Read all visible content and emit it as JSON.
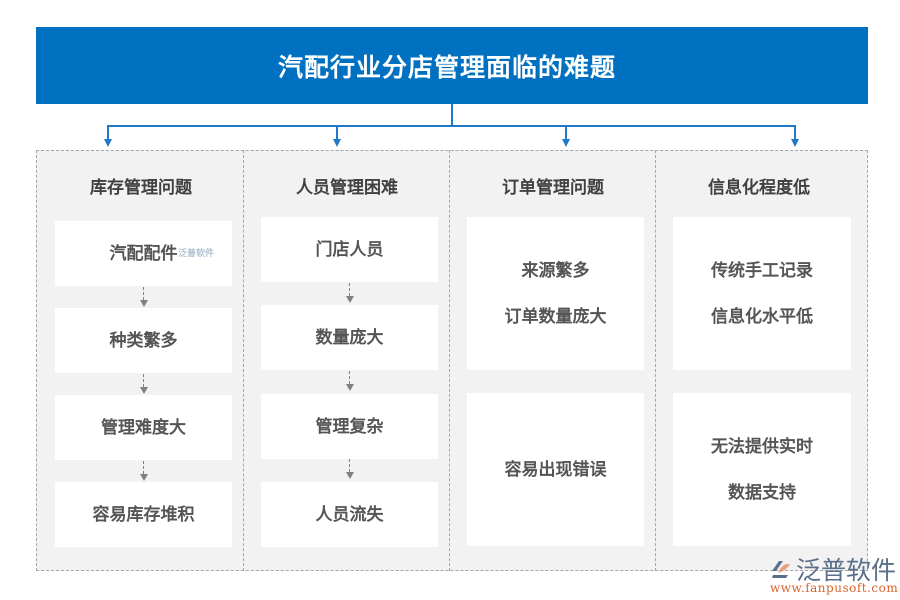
{
  "header": {
    "title": "汽配行业分店管理面临的难题"
  },
  "columns": [
    {
      "title": "库存管理问题",
      "boxes": [
        {
          "lines": [
            "汽配配件"
          ]
        },
        {
          "lines": [
            "种类繁多"
          ]
        },
        {
          "lines": [
            "管理难度大"
          ]
        },
        {
          "lines": [
            "容易库存堆积"
          ]
        }
      ]
    },
    {
      "title": "人员管理困难",
      "boxes": [
        {
          "lines": [
            "门店人员"
          ]
        },
        {
          "lines": [
            "数量庞大"
          ]
        },
        {
          "lines": [
            "管理复杂"
          ]
        },
        {
          "lines": [
            "人员流失"
          ]
        }
      ]
    },
    {
      "title": "订单管理问题",
      "boxes": [
        {
          "lines": [
            "来源繁多",
            "订单数量庞大"
          ]
        },
        {
          "lines": [
            "容易出现错误"
          ]
        }
      ]
    },
    {
      "title": "信息化程度低",
      "boxes": [
        {
          "lines": [
            "传统手工记录",
            "信息化水平低"
          ]
        },
        {
          "lines": [
            "无法提供实时",
            "数据支持"
          ]
        }
      ]
    }
  ],
  "watermark": {
    "small_text": "泛普软件"
  },
  "logo": {
    "name": "泛普软件",
    "url": "www.fanpusoft.com"
  },
  "colors": {
    "header_bg": "#0070c0",
    "connector": "#1f78c8",
    "panel_bg": "#f2f2f2",
    "box_text": "#555555",
    "logo_accent": "#d9622b"
  }
}
